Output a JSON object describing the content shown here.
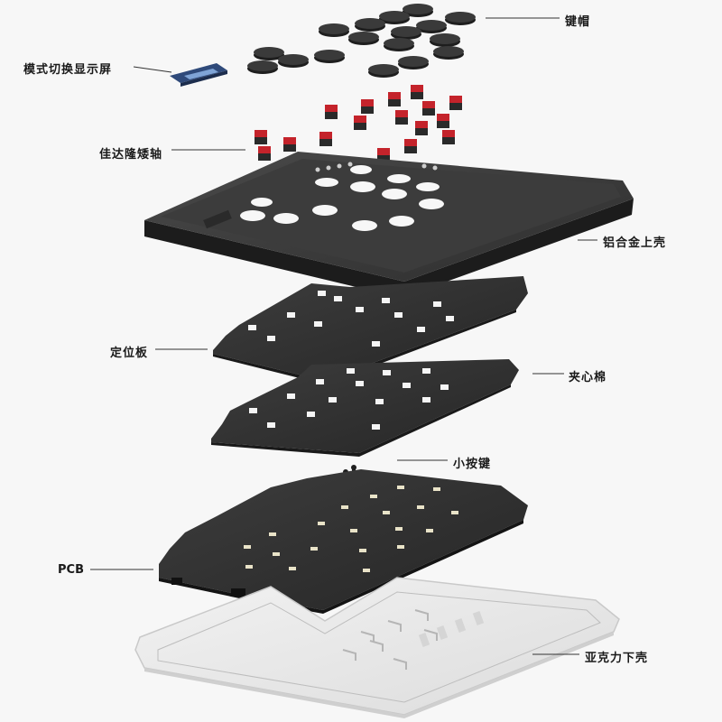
{
  "labels": {
    "keycap": "键帽",
    "display": "模式切换显示屏",
    "switch": "佳达隆矮轴",
    "top_case": "铝合金上壳",
    "plate": "定位板",
    "foam": "夹心棉",
    "small_key": "小按键",
    "pcb": "PCB",
    "bottom_case": "亚克力下壳"
  },
  "colors": {
    "background": "#f7f7f7",
    "aluminum": "#3a3a3a",
    "plate": "#2a2a2a",
    "switch_red": "#c4232b",
    "acrylic": "#e8e8e8"
  }
}
